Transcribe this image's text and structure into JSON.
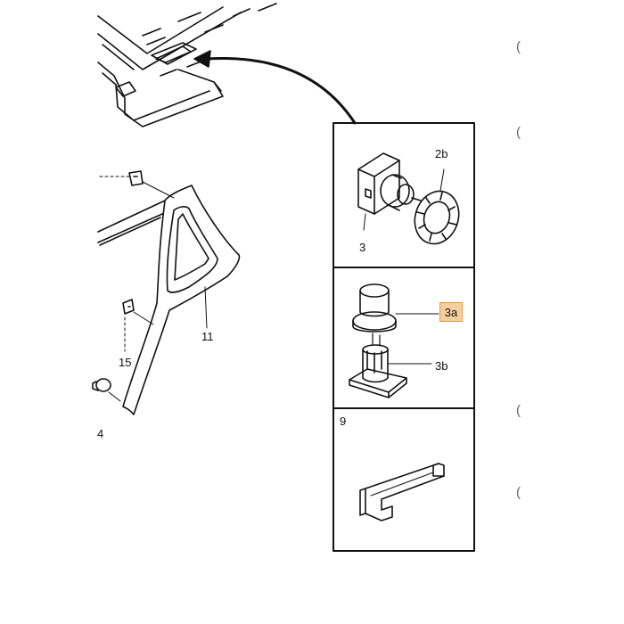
{
  "callouts": {
    "part_2b": "2b",
    "part_3": "3",
    "part_3a": "3a",
    "part_3b": "3b",
    "part_9": "9",
    "part_11": "11",
    "part_15": "15",
    "part_4_partial": "4"
  },
  "right_edge_marks": [
    "(",
    "(",
    "(",
    "("
  ],
  "highlight_color": "#f6cfa0",
  "highlight_border": "#e59a45"
}
